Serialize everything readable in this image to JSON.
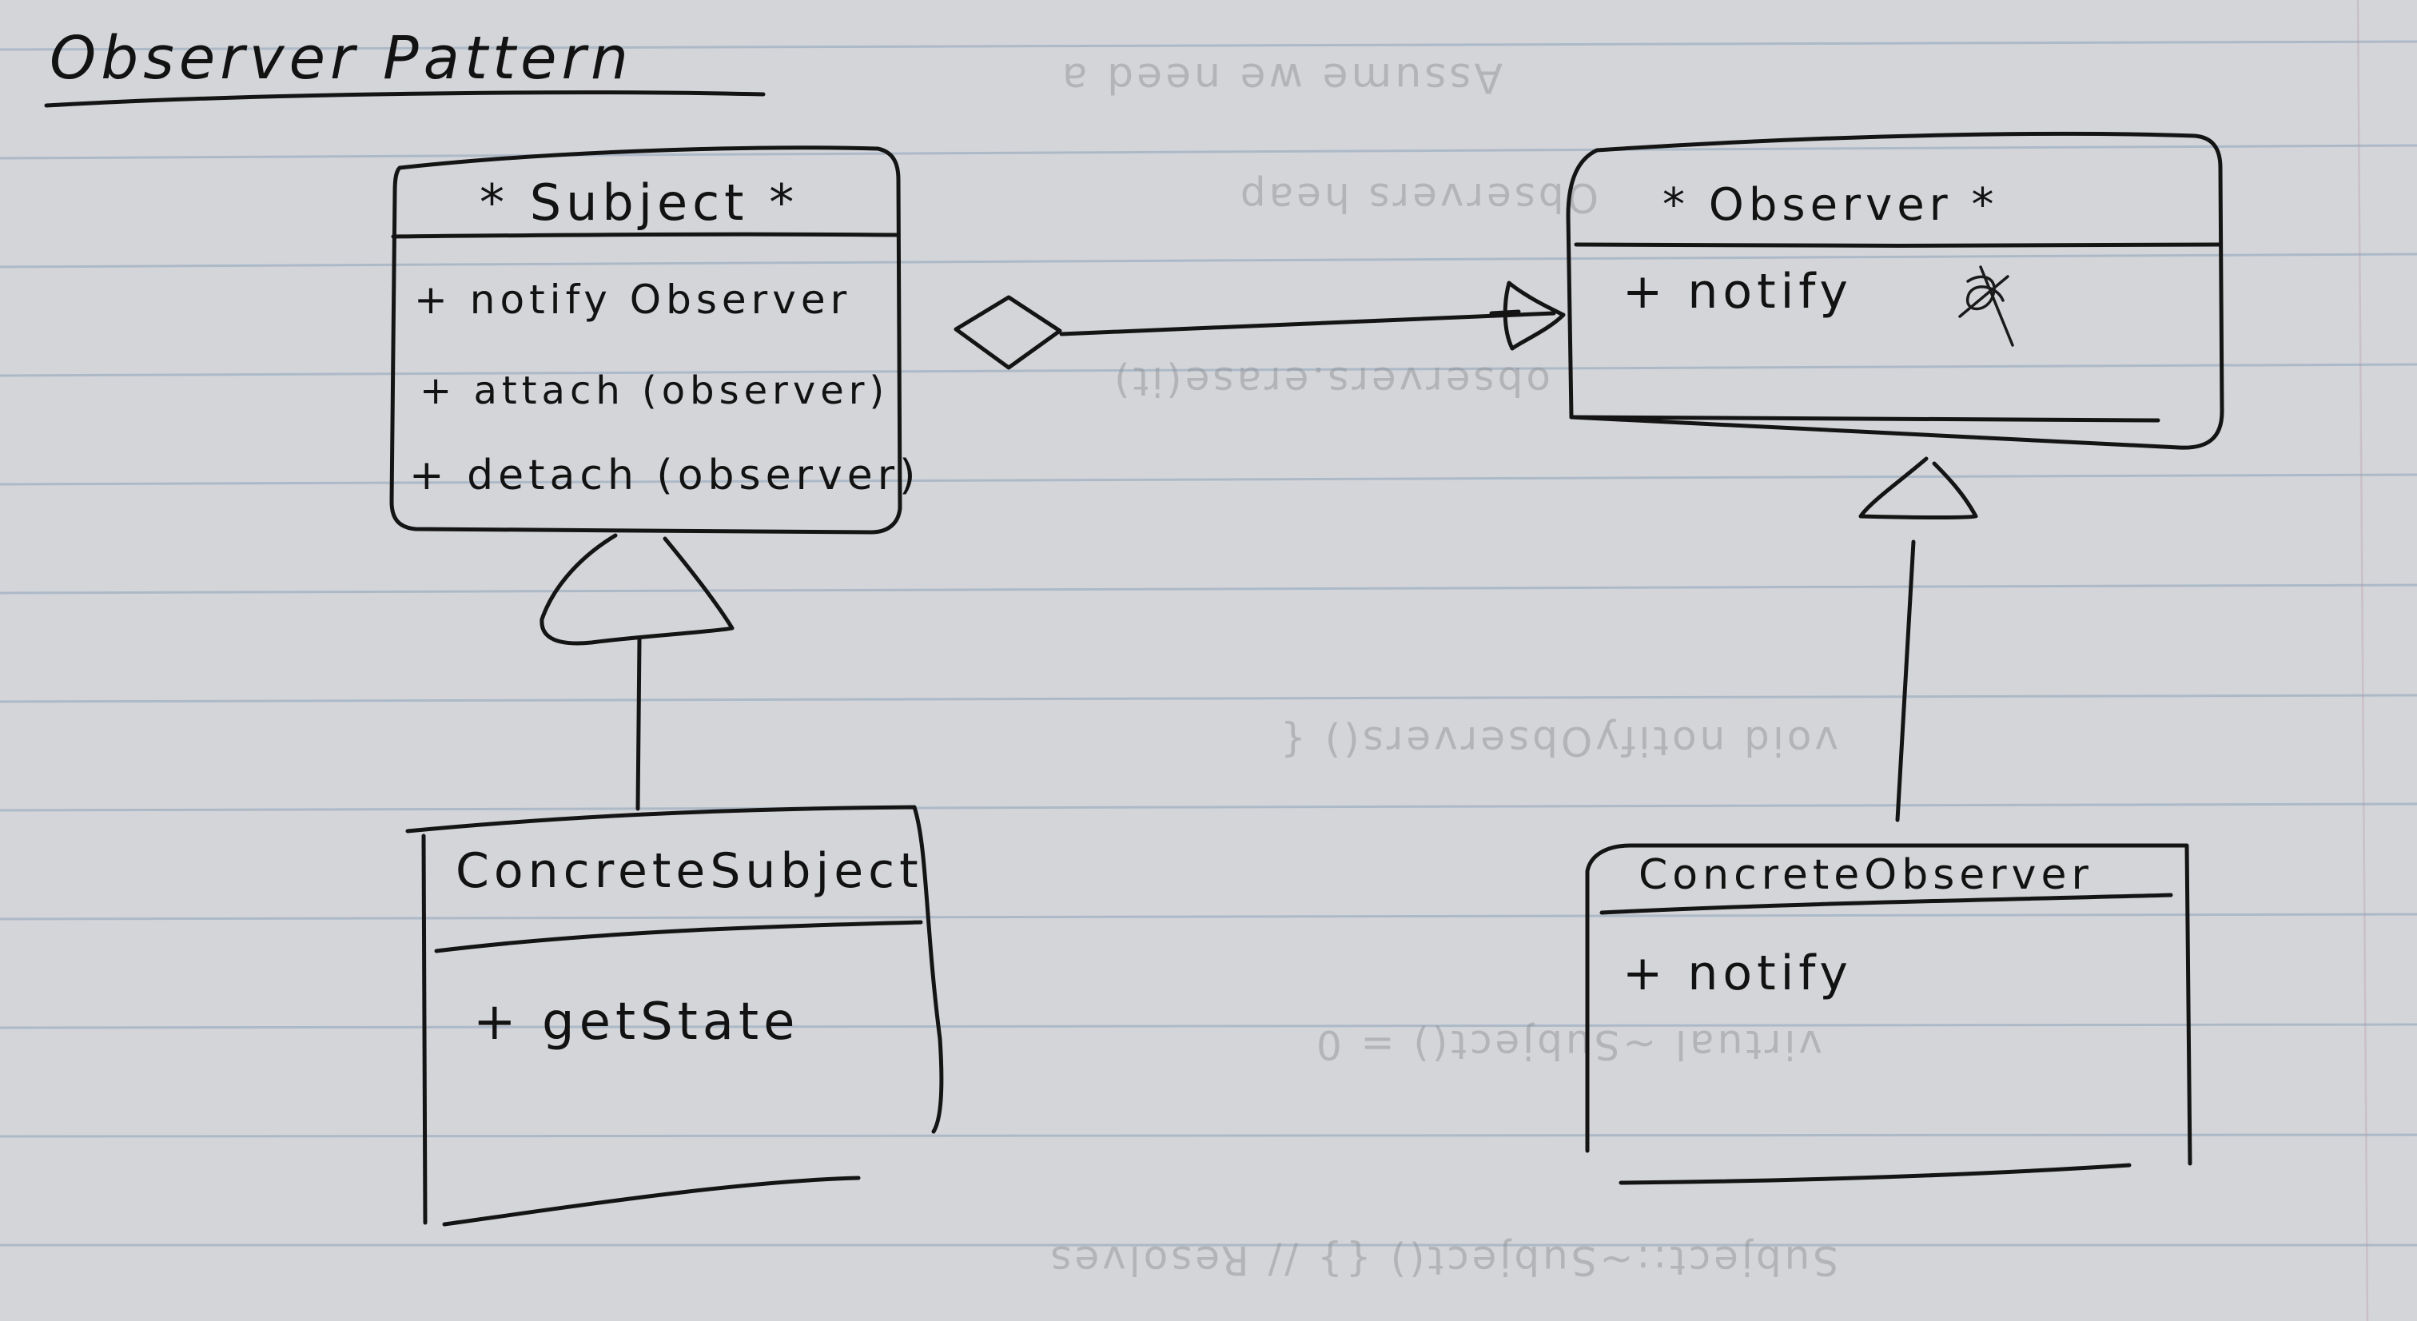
{
  "title": "Observer Pattern",
  "subject": {
    "name": "* Subject *",
    "methods": [
      "+ notify Observer",
      "+ attach (observer)",
      "+ detach (observer)"
    ]
  },
  "observer": {
    "name": "* Observer *",
    "methods": [
      "+ notify"
    ]
  },
  "concrete_subject": {
    "name": "ConcreteSubject",
    "methods": [
      "+ getState"
    ]
  },
  "concrete_observer": {
    "name": "ConcreteObserver",
    "methods": [
      "+ notify"
    ]
  },
  "relations": [
    {
      "from": "Subject",
      "to": "Observer",
      "kind": "aggregation"
    },
    {
      "from": "ConcreteSubject",
      "to": "Subject",
      "kind": "inheritance"
    },
    {
      "from": "ConcreteObserver",
      "to": "Observer",
      "kind": "inheritance"
    }
  ],
  "colors": {
    "paper": "#d4d5d9",
    "ink": "#141414",
    "rule": "#9fb0c2"
  }
}
